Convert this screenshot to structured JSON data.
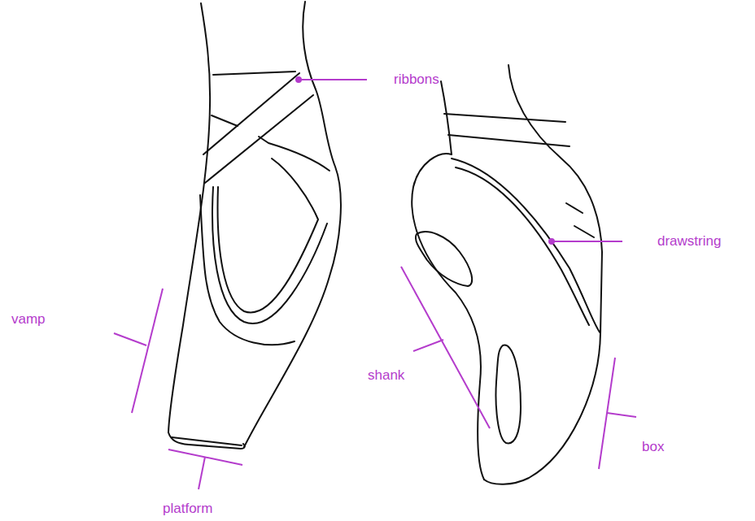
{
  "diagram": {
    "labels": [
      "ribbons",
      "drawstring",
      "vamp",
      "shank",
      "box",
      "platform"
    ]
  }
}
